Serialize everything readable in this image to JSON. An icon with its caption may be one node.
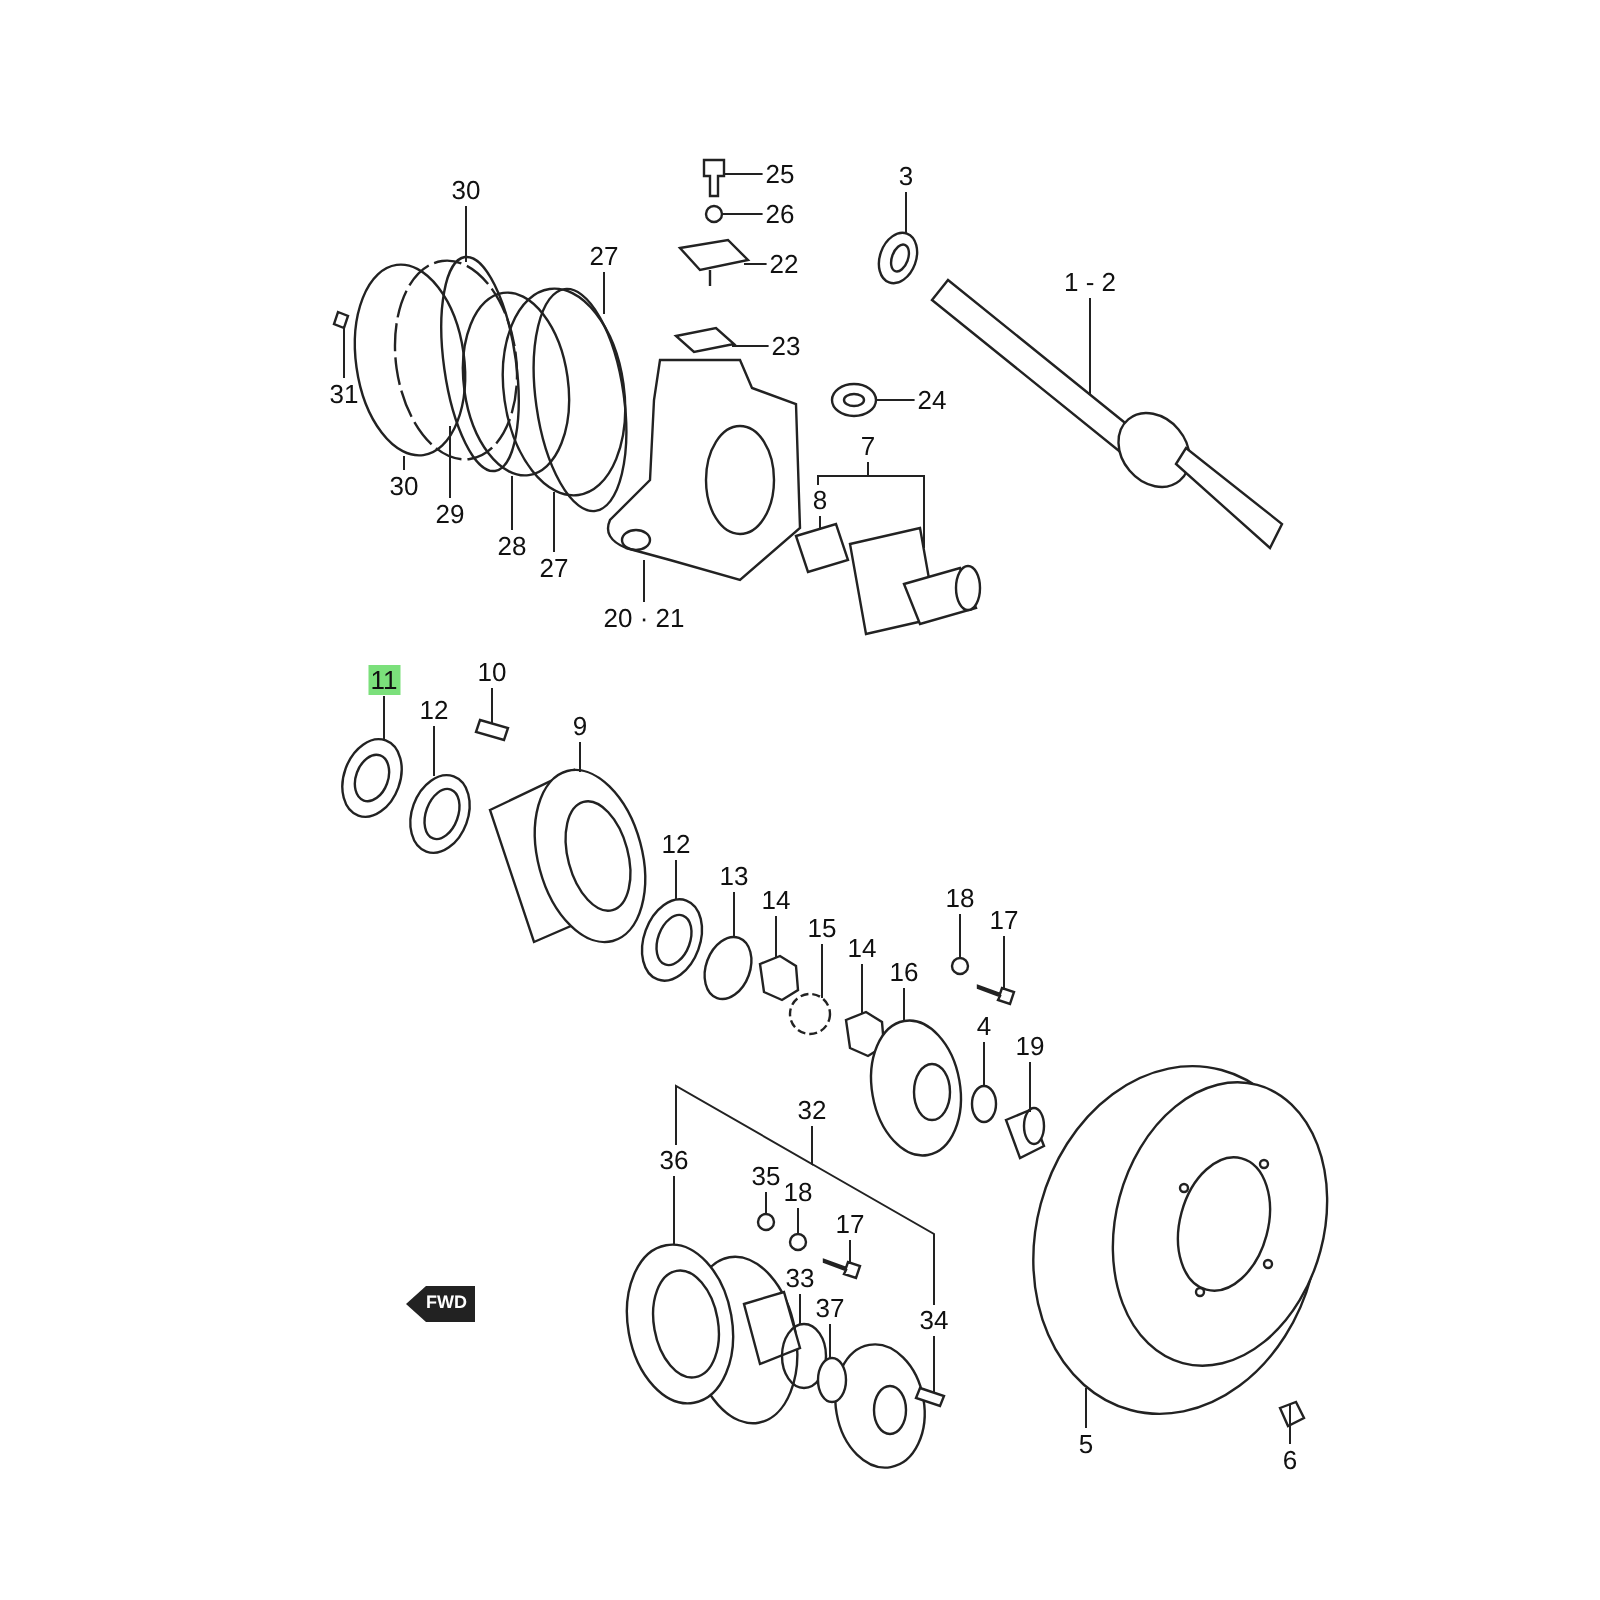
{
  "diagram": {
    "nodes": [
      {
        "text": [
          "30"
        ]
      },
      {
        "text": [
          "25"
        ]
      },
      {
        "text": [
          "26"
        ]
      },
      {
        "text": [
          "3"
        ]
      },
      {
        "text": [
          "27"
        ]
      },
      {
        "text": [
          "22"
        ]
      },
      {
        "text": [
          "1 - 2"
        ]
      },
      {
        "text": [
          "31"
        ]
      },
      {
        "text": [
          "23"
        ]
      },
      {
        "text": [
          "24"
        ]
      },
      {
        "text": [
          "7"
        ]
      },
      {
        "text": [
          "8"
        ]
      },
      {
        "text": [
          "30"
        ]
      },
      {
        "text": [
          "29"
        ]
      },
      {
        "text": [
          "28"
        ]
      },
      {
        "text": [
          "27"
        ]
      },
      {
        "text": [
          "20 · 21"
        ]
      },
      {
        "text": [
          "11"
        ]
      },
      {
        "text": [
          "10"
        ]
      },
      {
        "text": [
          "12"
        ]
      },
      {
        "text": [
          "9"
        ]
      },
      {
        "text": [
          "12"
        ]
      },
      {
        "text": [
          "13"
        ]
      },
      {
        "text": [
          "14"
        ]
      },
      {
        "text": [
          "18"
        ]
      },
      {
        "text": [
          "15"
        ]
      },
      {
        "text": [
          "17"
        ]
      },
      {
        "text": [
          "14"
        ]
      },
      {
        "text": [
          "16"
        ]
      },
      {
        "text": [
          "4"
        ]
      },
      {
        "text": [
          "19"
        ]
      },
      {
        "text": [
          "32"
        ]
      },
      {
        "text": [
          "36"
        ]
      },
      {
        "text": [
          "35"
        ]
      },
      {
        "text": [
          "18"
        ]
      },
      {
        "text": [
          "17"
        ]
      },
      {
        "text": [
          "33"
        ]
      },
      {
        "text": [
          "37"
        ]
      },
      {
        "text": [
          "34"
        ]
      },
      {
        "text": [
          "5"
        ]
      },
      {
        "text": [
          "6"
        ]
      },
      {
        "text": [],
        "shape": "circle"
      },
      {
        "text": [],
        "shape": "picture"
      },
      {
        "text": [],
        "shape": "circle"
      },
      {
        "text": [],
        "shape": "picture"
      },
      {
        "text": [],
        "shape": "circle"
      },
      {
        "text": [],
        "shape": "picture"
      },
      {
        "text": [],
        "shape": "picture"
      },
      {
        "text": [],
        "shape": "picture"
      },
      {
        "text": [],
        "shape": "picture"
      },
      {
        "text": [],
        "shape": "picture"
      },
      {
        "text": [],
        "shape": "picture"
      },
      {
        "text": [],
        "shape": "picture"
      },
      {
        "text": [],
        "shape": "circle"
      },
      {
        "text": [],
        "shape": "circle"
      },
      {
        "text": [],
        "shape": "circle"
      },
      {
        "text": [],
        "shape": "circle"
      },
      {
        "text": [],
        "shape": "picture"
      },
      {
        "text": [],
        "shape": "picture"
      },
      {
        "text": [],
        "shape": "picture"
      },
      {
        "text": [],
        "shape": "picture"
      },
      {
        "text": [],
        "shape": "picture"
      },
      {
        "text": [],
        "shape": "picture"
      },
      {
        "text": [],
        "shape": "circle"
      },
      {
        "text": [],
        "shape": "picture"
      },
      {
        "text": [],
        "shape": "circle"
      },
      {
        "text": [],
        "shape": "circle"
      },
      {
        "text": [],
        "shape": "picture"
      },
      {
        "text": [],
        "shape": "picture"
      },
      {
        "text": [],
        "shape": "picture"
      },
      {
        "text": [],
        "shape": "circle"
      },
      {
        "text": [],
        "shape": "picture"
      },
      {
        "text": [],
        "shape": "picture"
      },
      {
        "text": [],
        "shape": "circle"
      },
      {
        "text": [],
        "shape": "circle"
      },
      {
        "text": [],
        "shape": "picture"
      },
      {
        "text": [],
        "shape": "circle"
      },
      {
        "text": [],
        "shape": "circle"
      },
      {
        "text": [],
        "shape": "picture"
      },
      {
        "text": [],
        "shape": "picture"
      },
      {
        "text": [],
        "shape": "picture"
      }
    ],
    "edges": [
      {
        "from": 0,
        "to": 41,
        "arrow": "none"
      },
      {
        "from": 1,
        "to": 42,
        "arrow": "none"
      },
      {
        "from": 2,
        "to": 43,
        "arrow": "none"
      },
      {
        "from": 3,
        "to": 44,
        "arrow": "none"
      },
      {
        "from": 4,
        "to": 45,
        "arrow": "none"
      },
      {
        "from": 5,
        "to": 46,
        "arrow": "none"
      },
      {
        "from": 6,
        "to": 47,
        "arrow": "none"
      },
      {
        "from": 7,
        "to": 48,
        "arrow": "none"
      },
      {
        "from": 8,
        "to": 49,
        "arrow": "none"
      },
      {
        "from": 9,
        "to": 50,
        "arrow": "none"
      },
      {
        "from": 10,
        "to": 11,
        "arrow": "none"
      },
      {
        "from": 10,
        "to": 51,
        "arrow": "none"
      },
      {
        "from": 11,
        "to": 52,
        "arrow": "none"
      },
      {
        "from": 12,
        "to": 53,
        "arrow": "none"
      },
      {
        "from": 13,
        "to": 54,
        "arrow": "none"
      },
      {
        "from": 14,
        "to": 55,
        "arrow": "none"
      },
      {
        "from": 15,
        "to": 56,
        "arrow": "none"
      },
      {
        "from": 16,
        "to": 57,
        "arrow": "none"
      },
      {
        "from": 17,
        "to": 58,
        "arrow": "none"
      },
      {
        "from": 18,
        "to": 59,
        "arrow": "none"
      },
      {
        "from": 19,
        "to": 60,
        "arrow": "none"
      },
      {
        "from": 20,
        "to": 61,
        "arrow": "none"
      },
      {
        "from": 21,
        "to": 62,
        "arrow": "none"
      },
      {
        "from": 22,
        "to": 63,
        "arrow": "none"
      },
      {
        "from": 23,
        "to": 64,
        "arrow": "none"
      },
      {
        "from": 24,
        "to": 65,
        "arrow": "none"
      },
      {
        "from": 25,
        "to": 66,
        "arrow": "none"
      },
      {
        "from": 26,
        "to": 67,
        "arrow": "none"
      },
      {
        "from": 27,
        "to": 68,
        "arrow": "none"
      },
      {
        "from": 28,
        "to": 69,
        "arrow": "none"
      },
      {
        "from": 29,
        "to": 70,
        "arrow": "none"
      },
      {
        "from": 30,
        "to": 71,
        "arrow": "none"
      },
      {
        "from": 31,
        "to": 32,
        "arrow": "none"
      },
      {
        "from": 31,
        "to": 38,
        "arrow": "none"
      },
      {
        "from": 32,
        "to": 72,
        "arrow": "none"
      },
      {
        "from": 33,
        "to": 73,
        "arrow": "none"
      },
      {
        "from": 34,
        "to": 74,
        "arrow": "none"
      },
      {
        "from": 35,
        "to": 75,
        "arrow": "none"
      },
      {
        "from": 36,
        "to": 76,
        "arrow": "none"
      },
      {
        "from": 37,
        "to": 77,
        "arrow": "none"
      },
      {
        "from": 38,
        "to": 78,
        "arrow": "none"
      },
      {
        "from": 39,
        "to": 79,
        "arrow": "none"
      },
      {
        "from": 40,
        "to": 80,
        "arrow": "none"
      }
    ],
    "labels": [
      "FWD"
    ]
  }
}
